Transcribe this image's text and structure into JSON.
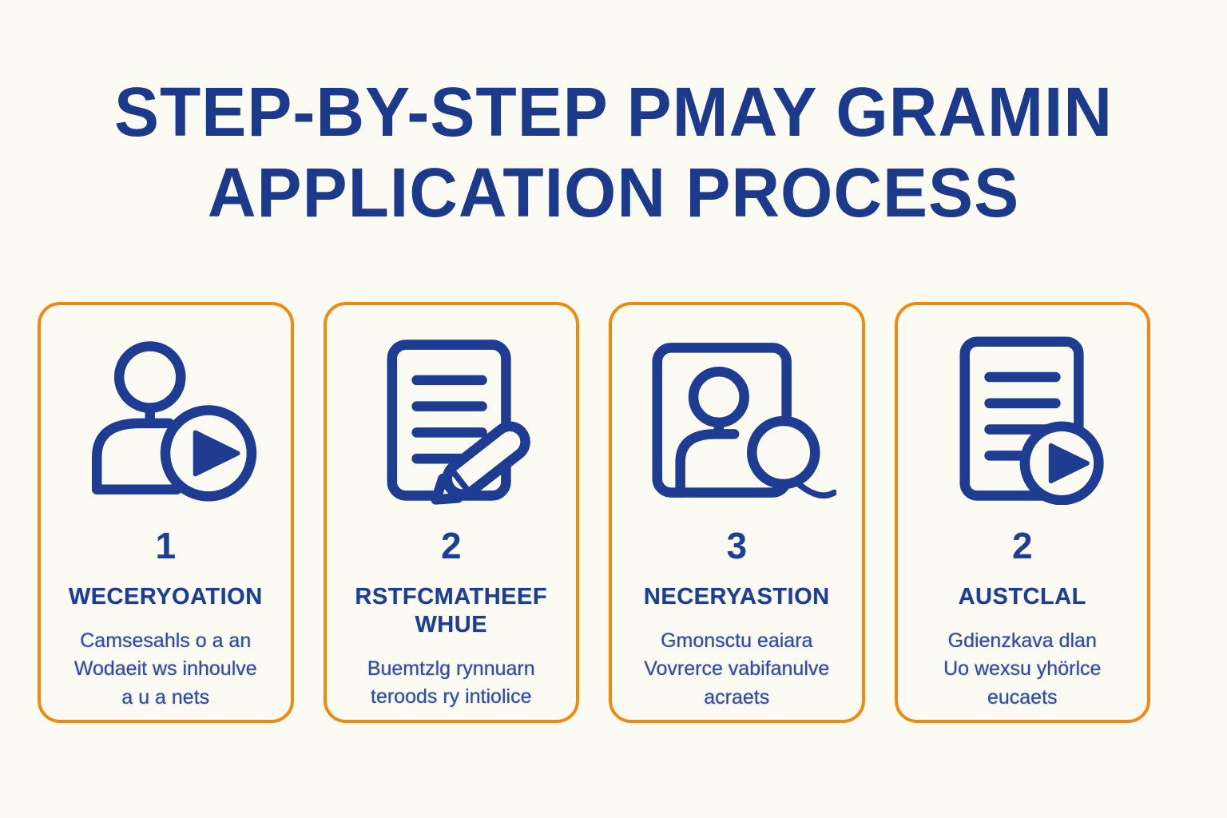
{
  "page": {
    "background_color": "#fcfbf3",
    "accent_orange": "#f08a0e",
    "navy_blue": "#1c3a8c",
    "description_blue": "#2f4d9c"
  },
  "title": {
    "line1": "STEP-BY-STEP PMAY GRAMIN",
    "line2": "APPLICATION PROCESS"
  },
  "cards": [
    {
      "number": "1",
      "icon": "person-play-icon",
      "title_lines": {
        "0": "WECERYOATION"
      },
      "desc_lines": {
        "0": "Camsesahls o a an",
        "1": "Wodaeit ws inhoulve",
        "2": "a u a nets"
      }
    },
    {
      "number": "2",
      "icon": "form-pen-icon",
      "title_lines": {
        "0": "RSTFCMATHEEF",
        "1": "WHUE"
      },
      "desc_lines": {
        "0": "Buemtzlg rynnuarn",
        "1": "teroods ry intiolice"
      }
    },
    {
      "number": "3",
      "icon": "photo-verification-icon",
      "title_lines": {
        "0": "NECERYASTION"
      },
      "desc_lines": {
        "0": "Gmonsctu eaiara",
        "1": "Vovrerce vabifanulve",
        "2": "acraets"
      }
    },
    {
      "number": "2",
      "icon": "document-play-icon",
      "title_lines": {
        "0": "AUSTCLAL"
      },
      "desc_lines": {
        "0": "Gdienzkava dlan",
        "1": "Uo wexsu yhörlce",
        "2": "eucaets"
      }
    }
  ]
}
